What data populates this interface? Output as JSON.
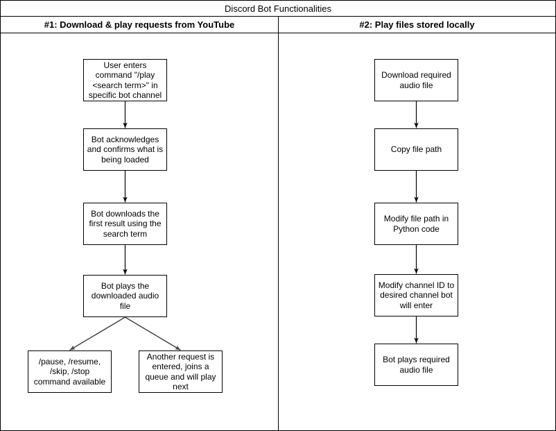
{
  "diagram": {
    "title": "Discord Bot Functionalities",
    "lanes": [
      {
        "id": "lane1",
        "header": "#1: Download & play requests from YouTube"
      },
      {
        "id": "lane2",
        "header": "#2: Play files stored locally"
      }
    ],
    "nodes": {
      "l1_enter": "User enters command \"/play <search term>\" in specific bot channel",
      "l1_ack": "Bot acknowledges and confirms what is being loaded",
      "l1_download": "Bot downloads the first result using the search term",
      "l1_play": "Bot plays the downloaded audio file",
      "l1_commands": "/pause, /resume, /skip, /stop command available",
      "l1_queue": "Another request is entered, joins a queue and will play next",
      "l2_download": "Download required audio file",
      "l2_copy": "Copy file path",
      "l2_modify_path": "Modify file path in Python code",
      "l2_channel": "Modify channel ID to desired channel bot will enter",
      "l2_play": "Bot plays required audio file"
    },
    "edges": [
      {
        "from": "l1_enter",
        "to": "l1_ack"
      },
      {
        "from": "l1_ack",
        "to": "l1_download"
      },
      {
        "from": "l1_download",
        "to": "l1_play"
      },
      {
        "from": "l1_play",
        "to": "l1_commands"
      },
      {
        "from": "l1_play",
        "to": "l1_queue"
      },
      {
        "from": "l2_download",
        "to": "l2_copy"
      },
      {
        "from": "l2_copy",
        "to": "l2_modify_path"
      },
      {
        "from": "l2_modify_path",
        "to": "l2_channel"
      },
      {
        "from": "l2_channel",
        "to": "l2_play"
      }
    ],
    "colors": {
      "stroke": "#000000",
      "branch_stroke": "#444444",
      "background": "#ffffff"
    }
  }
}
